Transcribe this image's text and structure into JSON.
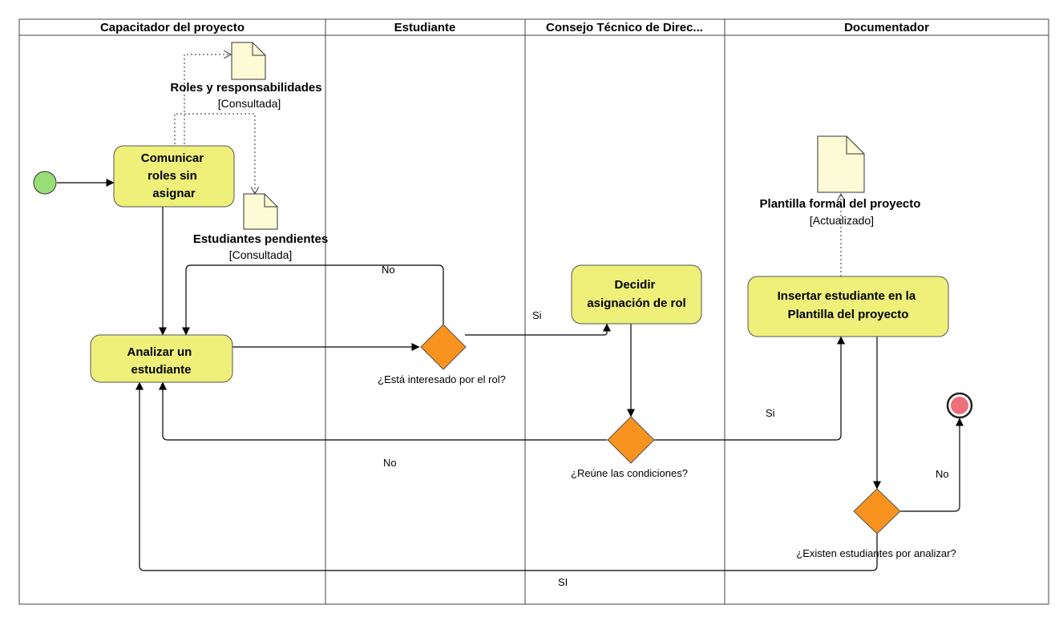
{
  "lanes": [
    "Capacitador del proyecto",
    "Estudiante",
    "Consejo Técnico de Direc...",
    "Documentador"
  ],
  "actions": {
    "comunicar": [
      "Comunicar",
      "roles sin",
      "asignar"
    ],
    "analizar": [
      "Analizar un",
      "estudiante"
    ],
    "decidir": [
      "Decidir",
      "asignación de rol"
    ],
    "insertar": [
      "Insertar estudiante en la",
      "Plantilla del proyecto"
    ]
  },
  "objects": {
    "roles": {
      "name": "Roles y responsabilidades",
      "state": "[Consultada]"
    },
    "pendientes": {
      "name": "Estudiantes pendientes",
      "state": "[Consultada]"
    },
    "plantilla": {
      "name": "Plantilla formal del proyecto",
      "state": "[Actualizado]"
    }
  },
  "decisions": {
    "interesado": "¿Está interesado por el rol?",
    "condiciones": "¿Reúne las condiciones?",
    "existen": "¿Existen estudiantes por analizar?"
  },
  "guards": {
    "no_interesado": "No",
    "si_interesado": "Si",
    "no_condiciones": "No",
    "si_condiciones": "Si",
    "no_existen": "No",
    "si_existen": "SI"
  },
  "colors": {
    "action_fill": "#eef07a",
    "action_stroke": "#555555",
    "decision_fill": "#f7931e",
    "start_fill": "#99dd77",
    "end_fill": "#ee6e7a",
    "doc_fill": "#fcfbd6"
  }
}
